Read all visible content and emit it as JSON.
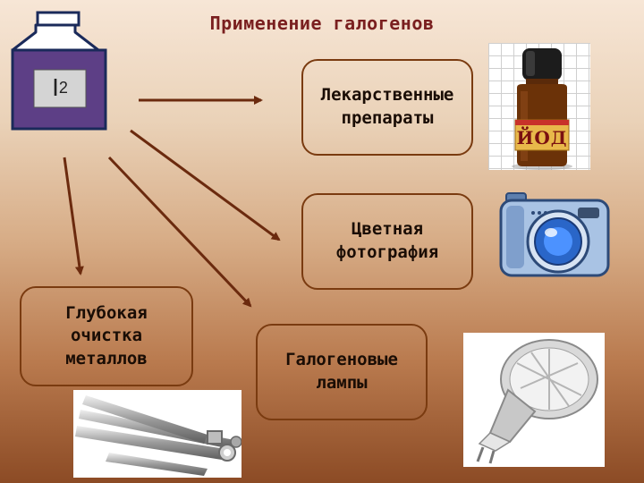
{
  "title": "Применение галогенов",
  "bottle_label": {
    "element": "I",
    "subscript": "2"
  },
  "uses": {
    "medicine": "Лекарственные\nпрепараты",
    "photography": "Цветная\nфотография",
    "lamps": "Галогеновые\nлампы",
    "metals": "Глубокая\nочистка\nметаллов"
  },
  "iodine_bottle_label": "ЙОД",
  "colors": {
    "title": "#7a1f1f",
    "border": "#7a3b10",
    "arrow": "#6b2a0e",
    "bottle_liquid": "#5d3f86"
  }
}
